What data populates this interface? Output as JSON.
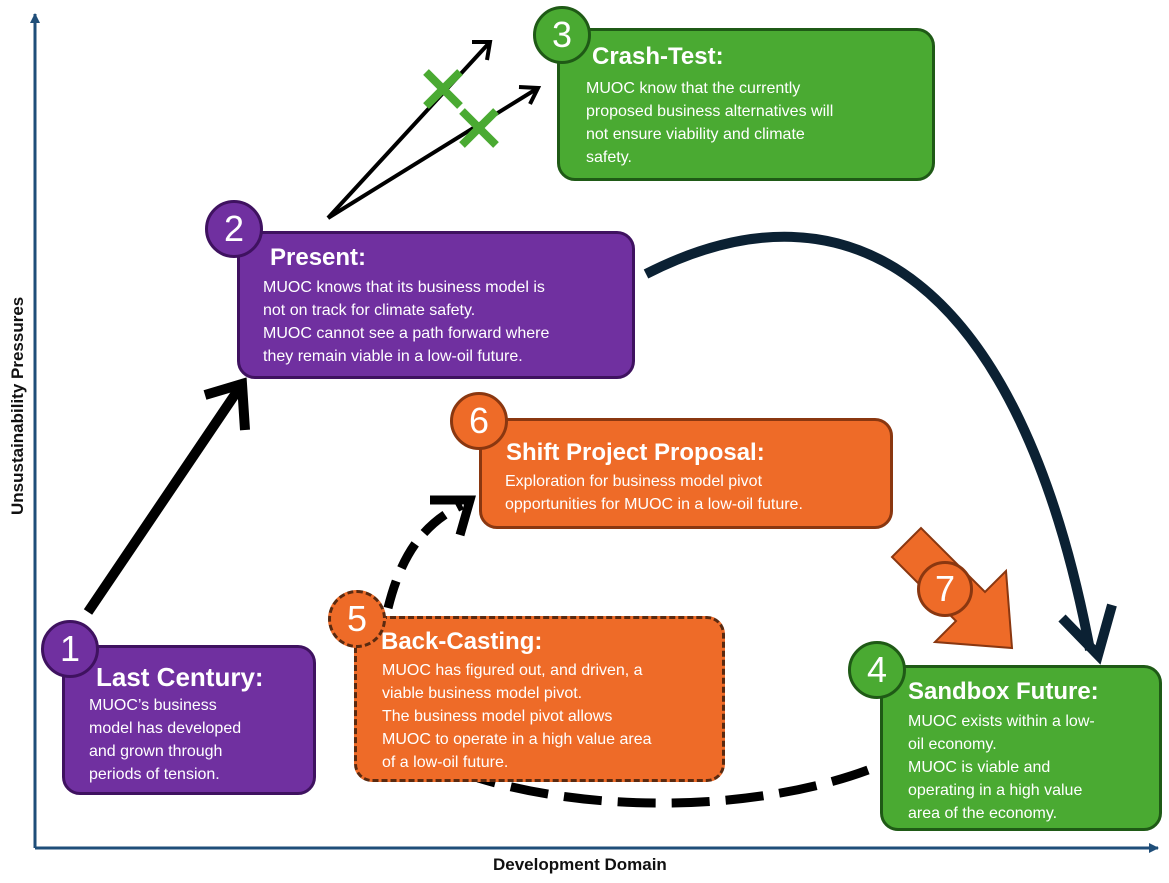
{
  "axes": {
    "x_label": "Development Domain",
    "y_label": "Unsustainability Pressures"
  },
  "colors": {
    "purple": "#7030A0",
    "green": "#4AAA32",
    "orange": "#EE6B28",
    "axis": "#1F4E79",
    "arrow_black": "#000000",
    "arrow_navy": "#0B2133"
  },
  "stages": {
    "s1": {
      "number": "1",
      "title": "Last Century:",
      "lines": [
        "MUOC’s business",
        "model has developed",
        "and grown through",
        "periods of tension."
      ]
    },
    "s2": {
      "number": "2",
      "title": "Present:",
      "lines": [
        "MUOC knows that its business model is",
        "not on track for climate safety.",
        "MUOC cannot see a path forward where",
        "they remain viable in a low-oil future."
      ]
    },
    "s3": {
      "number": "3",
      "title": "Crash-Test:",
      "lines": [
        "MUOC know that the currently",
        "proposed business alternatives will",
        "not ensure viability and climate",
        "safety."
      ]
    },
    "s4": {
      "number": "4",
      "title": "Sandbox Future:",
      "lines": [
        "MUOC exists within a low-",
        "oil economy.",
        "MUOC is viable and",
        "operating in a high value",
        "area of the economy."
      ]
    },
    "s5": {
      "number": "5",
      "title": "Back-Casting:",
      "lines": [
        "MUOC has figured out, and driven, a",
        "viable business model pivot.",
        "The business model pivot allows",
        "MUOC to operate in a high value area",
        "of a low-oil future."
      ]
    },
    "s6": {
      "number": "6",
      "title": "Shift Project Proposal:",
      "lines": [
        "Exploration for business model pivot",
        "opportunities for MUOC in a  low-oil future."
      ]
    },
    "s7": {
      "number": "7"
    }
  }
}
